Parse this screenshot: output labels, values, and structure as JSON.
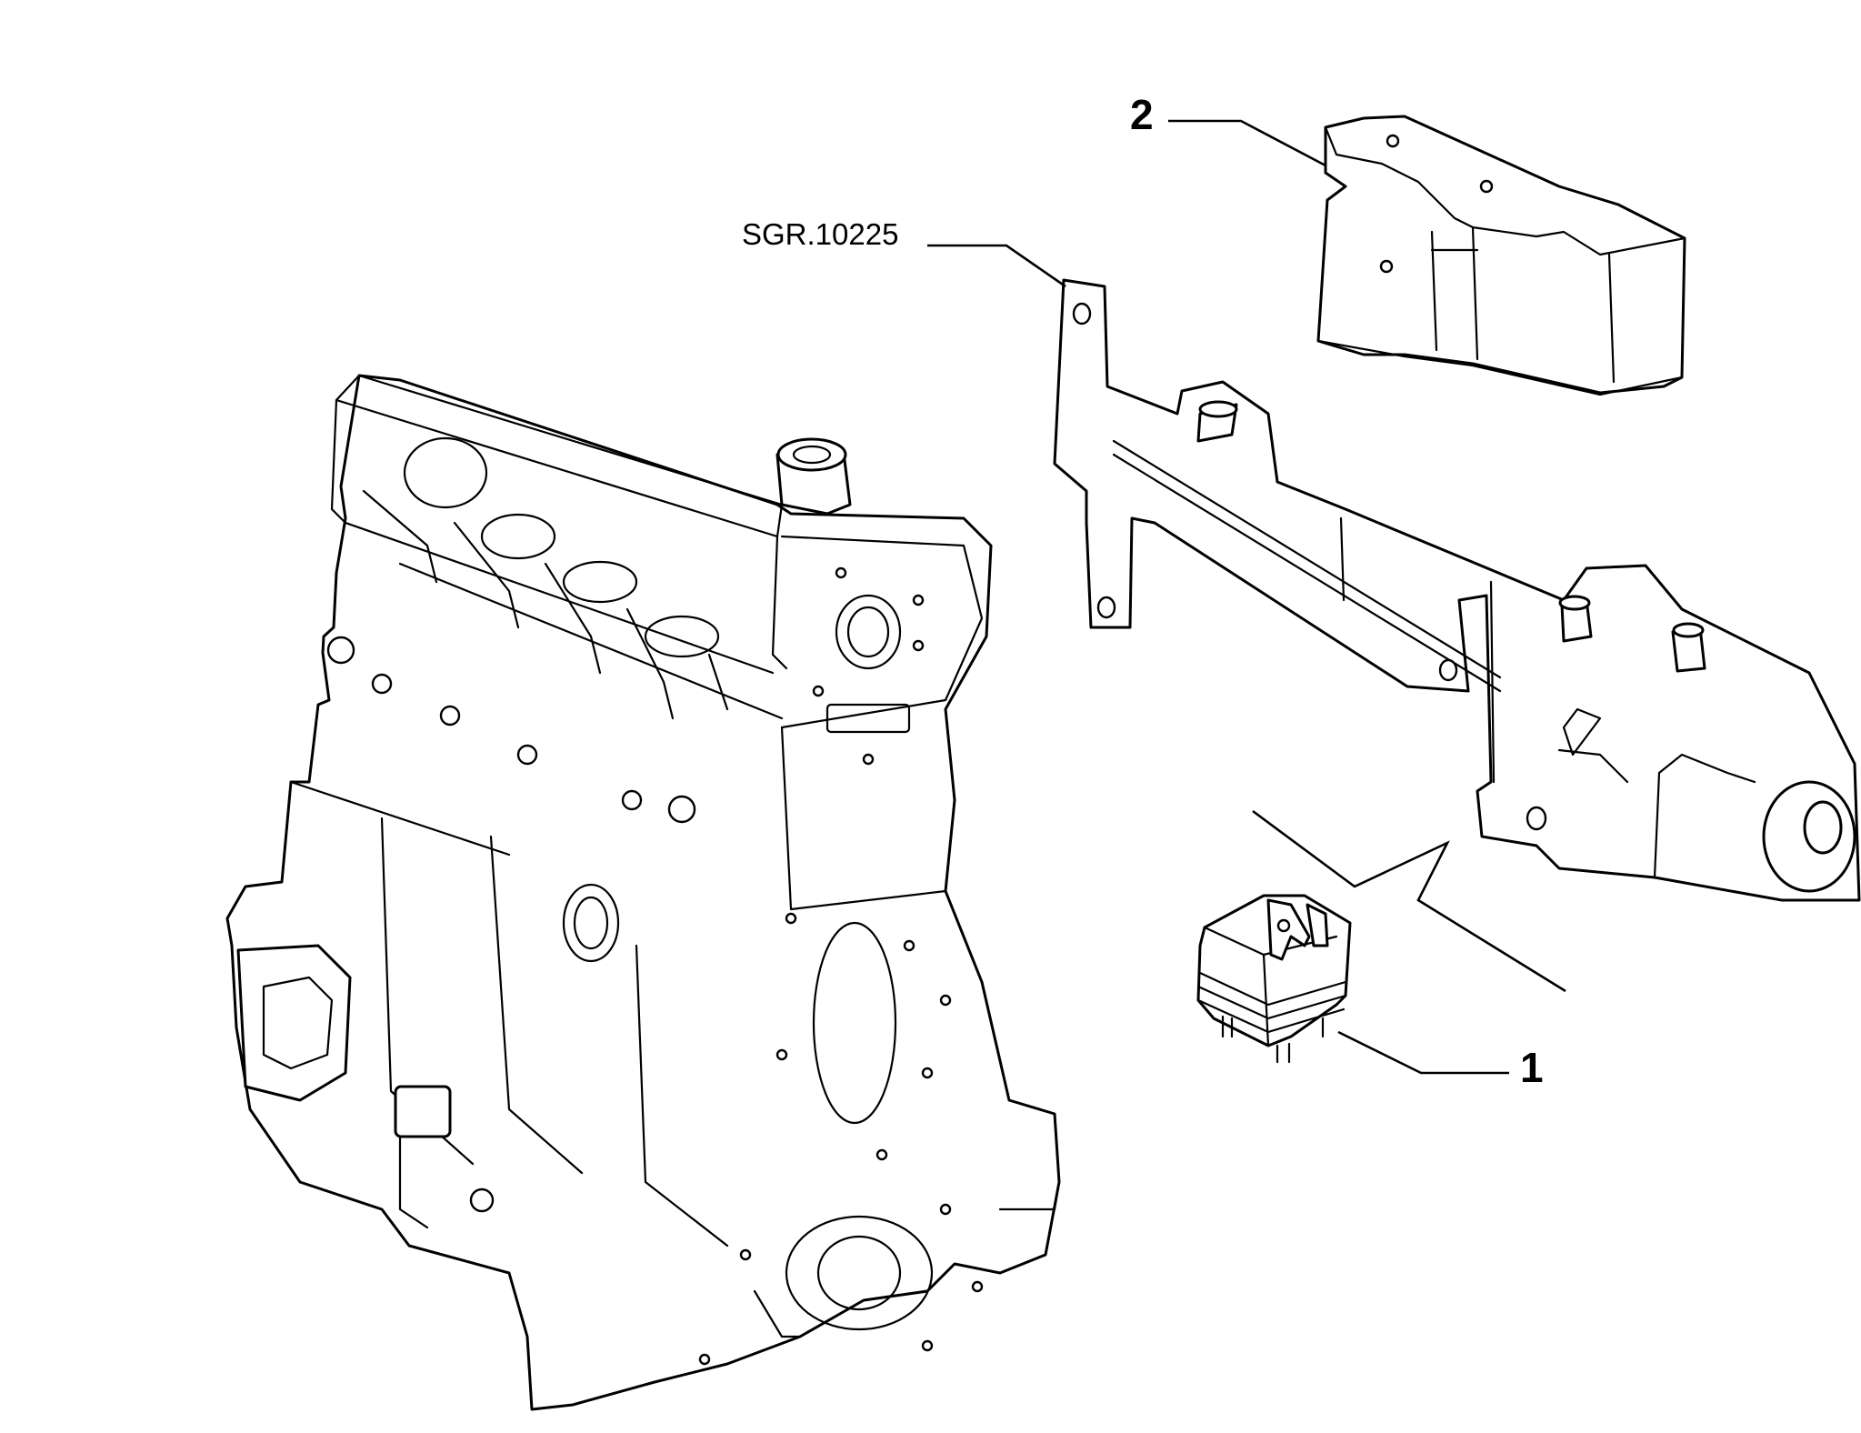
{
  "callouts": [
    {
      "id": "c2",
      "label": "2"
    },
    {
      "id": "c1",
      "label": "1"
    }
  ],
  "reference": {
    "label": "SGR.10225"
  },
  "colors": {
    "line": "#000000",
    "background": "#ffffff"
  }
}
